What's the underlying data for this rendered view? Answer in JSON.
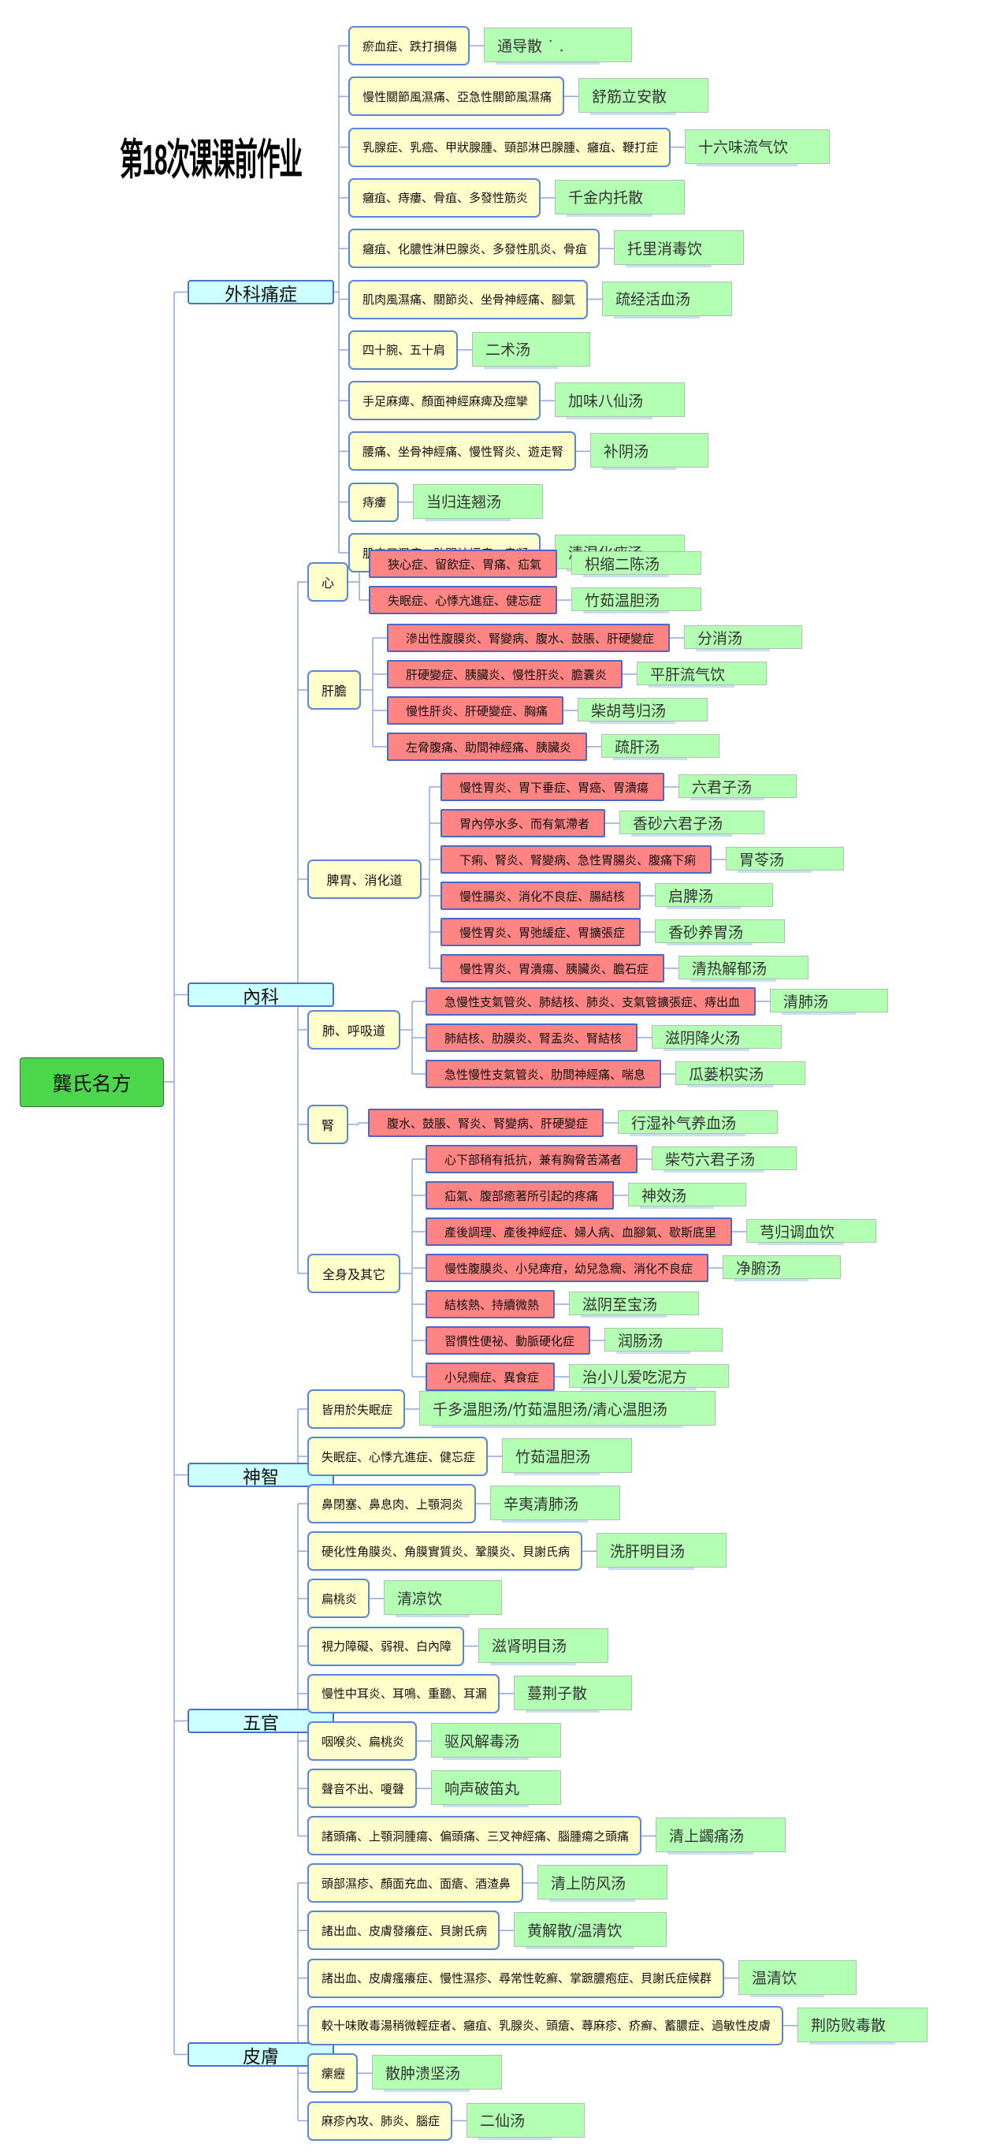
{
  "title": "第18次课课前作业",
  "root": "龔氏名方",
  "colors": {
    "root": "#4cd64c",
    "category": "#ccffff",
    "subcategory": "#ffffcc",
    "symptom_red": "#ff8484",
    "formula": "#b3ffb3",
    "connector": "#8fa9e0"
  },
  "categories": [
    {
      "label": "外科痛症",
      "items": [
        {
          "symptom": "瘀血症、跌打損傷",
          "formula": "通导散 ˙  ."
        },
        {
          "symptom": "慢性關節風濕痛、亞急性關節風濕痛",
          "formula": "舒筋立安散"
        },
        {
          "symptom": "乳腺症、乳癌、甲狀腺腫、頸部淋巴腺腫、癰疽、鞭打症",
          "formula": "十六味流气饮"
        },
        {
          "symptom": "癰疽、痔瘻、骨疽、多發性筋炎",
          "formula": "千金内托散"
        },
        {
          "symptom": "癰疽、化膿性淋巴腺炎、多發性肌炎、骨疽",
          "formula": "托里消毒饮"
        },
        {
          "symptom": "肌肉風濕痛、關節炎、坐骨神經痛、腳氣",
          "formula": "疏经活血汤"
        },
        {
          "symptom": "四十腕、五十肩",
          "formula": "二术汤"
        },
        {
          "symptom": "手足麻痺、顏面神經麻痺及痙攣",
          "formula": "加味八仙汤"
        },
        {
          "symptom": "腰痛、坐骨神經痛、慢性腎炎、遊走腎",
          "formula": "补阴汤"
        },
        {
          "symptom": "痔瘻",
          "formula": "当归连翘汤"
        },
        {
          "symptom": "肌肉風濕痛、助間神經痛、肩凝",
          "formula": "清湿化痰汤"
        }
      ]
    },
    {
      "label": "內科",
      "groups": [
        {
          "label": "心",
          "items": [
            {
              "symptom": "狹心症、留飲症、胃痛、疝氣",
              "formula": "枳缩二陈汤"
            },
            {
              "symptom": "失眠症、心悸亢進症、健忘症",
              "formula": "竹茹温胆汤"
            }
          ]
        },
        {
          "label": "肝膽",
          "items": [
            {
              "symptom": "滲出性腹膜炎、腎變病、腹水、鼓脹、肝硬變症",
              "formula": "分消汤"
            },
            {
              "symptom": "肝硬變症、胰臟炎、慢性肝炎、膽囊炎",
              "formula": "平肝流气饮"
            },
            {
              "symptom": "慢性肝炎、肝硬變症、胸痛",
              "formula": "柴胡芎归汤"
            },
            {
              "symptom": "左脅腹痛、助間神經痛、胰臟炎",
              "formula": "疏肝汤"
            }
          ]
        },
        {
          "label": "脾胃、消化道",
          "items": [
            {
              "symptom": "慢性胃炎、胃下垂症、胃癌、胃潰瘍",
              "formula": "六君子汤"
            },
            {
              "symptom": "胃內停水多、而有氣滯者",
              "formula": "香砂六君子汤"
            },
            {
              "symptom": "下痢、腎炎、腎變病、急性胃腸炎、腹痛下痢",
              "formula": "胃苓汤"
            },
            {
              "symptom": "慢性腸炎、消化不良症、腸結核",
              "formula": "启脾汤"
            },
            {
              "symptom": "慢性胃炎、胃弛緩症、胃擴張症",
              "formula": "香砂养胃汤"
            },
            {
              "symptom": "慢性胃炎、胃潰瘍、胰臟炎、膽石症",
              "formula": "清热解郁汤"
            }
          ]
        },
        {
          "label": "肺、呼吸道",
          "items": [
            {
              "symptom": "急慢性支氣管炎、肺結核、肺炎、支氣管擴張症、痔出血",
              "formula": "清肺汤"
            },
            {
              "symptom": "肺結核、肋膜炎、腎盂炎、腎結核",
              "formula": "滋阴降火汤"
            },
            {
              "symptom": "急性慢性支氣管炎、肋間神經痛、喘息",
              "formula": "瓜蒌枳实汤"
            }
          ]
        },
        {
          "label": "腎",
          "items": [
            {
              "symptom": "腹水、鼓脹、腎炎、腎變病、肝硬變症",
              "formula": "行湿补气养血汤"
            }
          ]
        },
        {
          "label": "全身及其它",
          "items": [
            {
              "symptom": "心下部稍有抵抗，兼有胸脅苦滿者",
              "formula": "柴芍六君子汤"
            },
            {
              "symptom": "疝氣、腹部癒著所引起的疼痛",
              "formula": "神效汤"
            },
            {
              "symptom": "產後調理、產後神經症、婦人病、血腳氣、歇斯底里",
              "formula": "芎归调血饮"
            },
            {
              "symptom": "慢性腹膜炎、小兒痺疳，幼兒急癇、消化不良症",
              "formula": "净腑汤"
            },
            {
              "symptom": "結核熱、持續微熱",
              "formula": "滋阴至宝汤"
            },
            {
              "symptom": "習慣性便祕、動脈硬化症",
              "formula": "润肠汤"
            },
            {
              "symptom": "小兒癇症、異食症",
              "formula": "治小儿爱吃泥方"
            }
          ]
        }
      ]
    },
    {
      "label": "神智",
      "items": [
        {
          "symptom": "皆用於失眠症",
          "formula": "千多温胆汤/竹茹温胆汤/清心温胆汤"
        },
        {
          "symptom": "失眠症、心悸亢進症、健忘症",
          "formula": "竹茹温胆汤"
        }
      ]
    },
    {
      "label": "五官",
      "items": [
        {
          "symptom": "鼻閉塞、鼻息肉、上顎洞炎",
          "formula": "辛夷清肺汤"
        },
        {
          "symptom": "硬化性角膜炎、角膜實質炎、鞏膜炎、貝謝氏病",
          "formula": "洗肝明目汤"
        },
        {
          "symptom": "扁桃炎",
          "formula": "清凉饮"
        },
        {
          "symptom": "視力障礙、弱視、白內障",
          "formula": "滋肾明目汤"
        },
        {
          "symptom": "慢性中耳炎、耳鳴、重聽、耳漏",
          "formula": "蔓荆子散"
        },
        {
          "symptom": "咽喉炎、扁桃炎",
          "formula": "驱风解毒汤"
        },
        {
          "symptom": "聲音不出、嗄聲",
          "formula": "响声破笛丸"
        },
        {
          "symptom": "諸頭痛、上顎洞腫瘍、偏頭痛、三叉神經痛、腦腫瘍之頭痛",
          "formula": "清上蠲痛汤"
        }
      ]
    },
    {
      "label": "皮膚",
      "items": [
        {
          "symptom": "頭部濕疹、顏面充血、面瘡、酒渣鼻",
          "formula": "清上防风汤"
        },
        {
          "symptom": "諸出血、皮膚發癢症、貝謝氏病",
          "formula": "黄解散/温清饮"
        },
        {
          "symptom": "諸出血、皮膚瘙癢症、慢性濕疹、尋常性乾癬、掌蹠膿疱症、貝謝氏症候群",
          "formula": "温清饮"
        },
        {
          "symptom": "較十味敗毒湯稍微輕症者、癰疽、乳腺炎、頭瘡、蕁麻疹、疥癬、蓄膿症、過敏性皮膚",
          "formula": "荆防败毒散"
        },
        {
          "symptom": "瘰癧",
          "formula": "散肿溃坚汤"
        },
        {
          "symptom": "麻疹內攻、肺炎、腦症",
          "formula": "二仙汤"
        }
      ]
    }
  ]
}
